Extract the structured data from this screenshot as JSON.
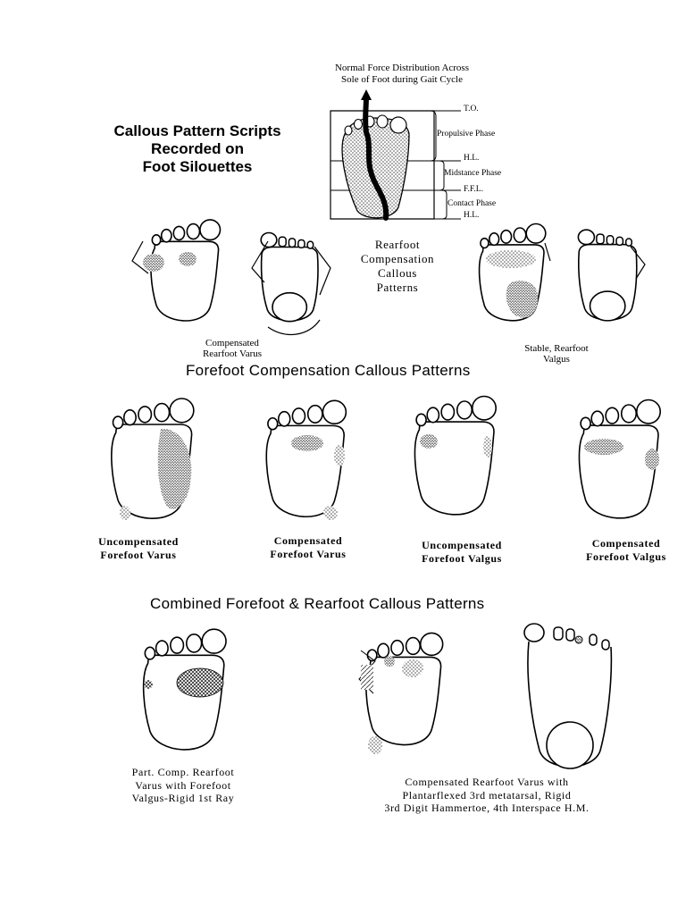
{
  "title": "Callous Pattern Scripts Recorded on Foot Silouettes",
  "title_lines": [
    "Callous Pattern Scripts",
    "Recorded on",
    "Foot Silouettes"
  ],
  "gait": {
    "caption_lines": [
      "Normal Force Distribution Across",
      "Sole of Foot during Gait Cycle"
    ],
    "markers": [
      "T.O.",
      "H.L.",
      "F.F.L.",
      "H.L."
    ],
    "phases": [
      "Propulsive Phase",
      "Midstance Phase",
      "Contact Phase"
    ]
  },
  "rearfoot_heading_lines": [
    "Rearfoot",
    "Compensation",
    "Callous",
    "Patterns"
  ],
  "rearfoot_labels": [
    [
      "Compensated",
      "Rearfoot Varus"
    ],
    [
      "Stable, Rearfoot",
      "Valgus"
    ]
  ],
  "forefoot_heading": "Forefoot Compensation Callous Patterns",
  "forefoot_labels": [
    [
      "Uncompensated",
      "Forefoot Varus"
    ],
    [
      "Compensated",
      "Forefoot Varus"
    ],
    [
      "Uncompensated",
      "Forefoot Valgus"
    ],
    [
      "Compensated",
      "Forefoot Valgus"
    ]
  ],
  "combined_heading": "Combined Forefoot & Rearfoot Callous Patterns",
  "combined_labels": [
    [
      "Part. Comp. Rearfoot",
      "Varus with Forefoot",
      "Valgus-Rigid 1st Ray"
    ],
    [
      "Compensated Rearfoot Varus with",
      "Plantarflexed 3rd metatarsal, Rigid",
      "3rd Digit Hammertoe, 4th Interspace H.M."
    ]
  ],
  "colors": {
    "ink": "#000000",
    "paper": "#ffffff",
    "stipple": "#555555"
  }
}
